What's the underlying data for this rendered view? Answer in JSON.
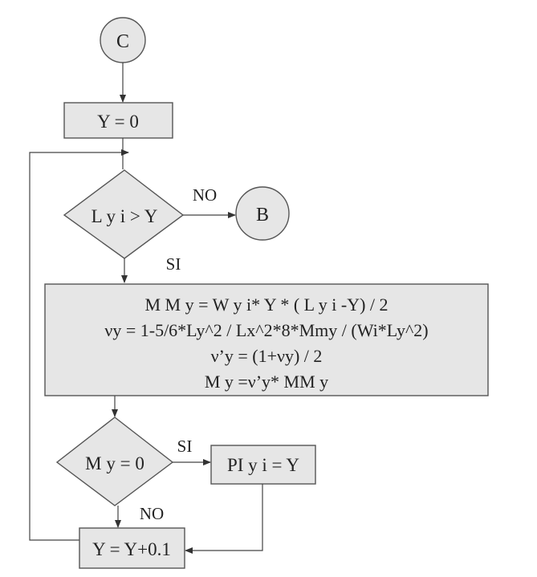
{
  "connectors": {
    "start": "C",
    "exit": "B"
  },
  "steps": {
    "init": "Y = 0",
    "condition1": "L y i > Y",
    "condition1_no": "NO",
    "condition1_yes": "SI",
    "calc_lines": [
      "M M y = W y i* Y * ( L y i -Y) / 2",
      "νy = 1-5/6*Ly^2 / Lx^2*8*Mmy / (Wi*Ly^2)",
      "ν’y = (1+νy) / 2",
      "M y =ν’y* MM y"
    ],
    "condition2": "M y = 0",
    "condition2_yes": "SI",
    "condition2_no": "NO",
    "assign": "PI y i = Y",
    "increment": "Y = Y+0.1"
  },
  "colors": {
    "fill": "#e6e6e6",
    "stroke": "#555555"
  }
}
